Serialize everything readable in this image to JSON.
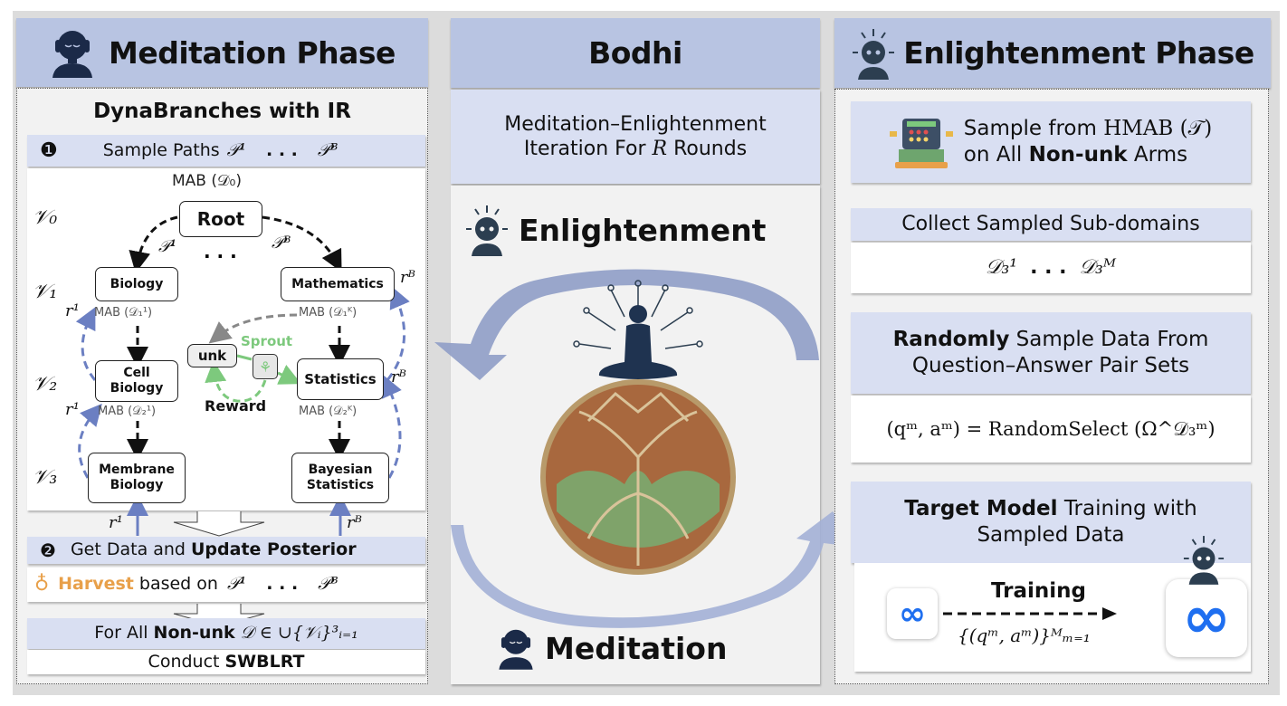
{
  "meditation_phase": {
    "title": "Meditation Phase",
    "dynabranches_title": "DynaBranches with IR",
    "step1": {
      "number": "❶",
      "label": "Sample Paths",
      "path_first": "𝒫¹",
      "ellipsis": ". . .",
      "path_last": "𝒫ᴮ"
    },
    "tree": {
      "root_mab": "MAB (𝒟₀)",
      "levels": [
        "𝒱₀",
        "𝒱₁",
        "𝒱₂",
        "𝒱₃"
      ],
      "root": "Root",
      "path_first": "𝒫¹",
      "ellipsis": ". . .",
      "path_last": "𝒫ᴮ",
      "left_branch": [
        {
          "label": "Biology",
          "mab": "MAB (𝒟₁¹)"
        },
        {
          "label": "Cell Biology",
          "mab": "MAB (𝒟₂¹)"
        },
        {
          "label": "Membrane Biology"
        }
      ],
      "right_branch": [
        {
          "label": "Mathematics",
          "mab": "MAB (𝒟₁ᴷ)"
        },
        {
          "label": "Statistics",
          "mab": "MAB (𝒟₂ᴷ)"
        },
        {
          "label": "Bayesian Statistics"
        }
      ],
      "unk_label": "unk",
      "sprout_label": "Sprout",
      "reward_label": "Reward",
      "reward_left": "r¹",
      "reward_right": "rᴮ"
    },
    "step2": {
      "number": "❷",
      "prefix": "Get Data and",
      "bold": "Update Posterior"
    },
    "harvest": {
      "bold": "Harvest",
      "rest": "based on",
      "path_first": "𝒫¹",
      "ellipsis": ". . .",
      "path_last": "𝒫ᴮ"
    },
    "for_all": {
      "prefix": "For All",
      "bold": "Non-unk",
      "math": "𝒟 ∈ ∪{𝒱ᵢ}³ᵢ₌₁"
    },
    "conduct": {
      "prefix": "Conduct",
      "bold": "SWBLRT"
    }
  },
  "bodhi": {
    "title": "Bodhi",
    "subtitle_line1": "Meditation–Enlightenment",
    "subtitle_line2_pre": "Iteration For",
    "subtitle_line2_var": "R",
    "subtitle_line2_post": "Rounds",
    "enlightenment_label": "Enlightenment",
    "meditation_label": "Meditation"
  },
  "enlightenment_phase": {
    "title": "Enlightenment Phase",
    "step_sample": {
      "pre": "Sample from",
      "math": "HMAB (𝒯)",
      "line2_pre": "on All",
      "line2_bold": "Non-unk",
      "line2_post": "Arms"
    },
    "step_collect": {
      "label": "Collect Sampled Sub-domains",
      "first": "𝒟₃¹",
      "ellipsis": ". . .",
      "last": "𝒟₃ᴹ"
    },
    "step_random": {
      "bold": "Randomly",
      "line1_rest": "Sample Data From",
      "line2": "Question–Answer Pair Sets",
      "formula": "(qᵐ, aᵐ) = RandomSelect (Ω^𝒟₃ᵐ)"
    },
    "step_train": {
      "bold": "Target Model",
      "line1_rest": "Training with",
      "line2": "Sampled Data",
      "training_label": "Training",
      "set_label": "{(qᵐ, aᵐ)}ᴹₘ₌₁"
    }
  },
  "colors": {
    "header_bg": "#b8c4e2",
    "bar_bg": "#d9dff2",
    "cycle_arrow": "#8f9dc7",
    "reward_arrow": "#6b7fc2",
    "sprout_green": "#7dc97d",
    "harvest_orange": "#e8a04a",
    "meta_blue": "#1f6ff0"
  }
}
